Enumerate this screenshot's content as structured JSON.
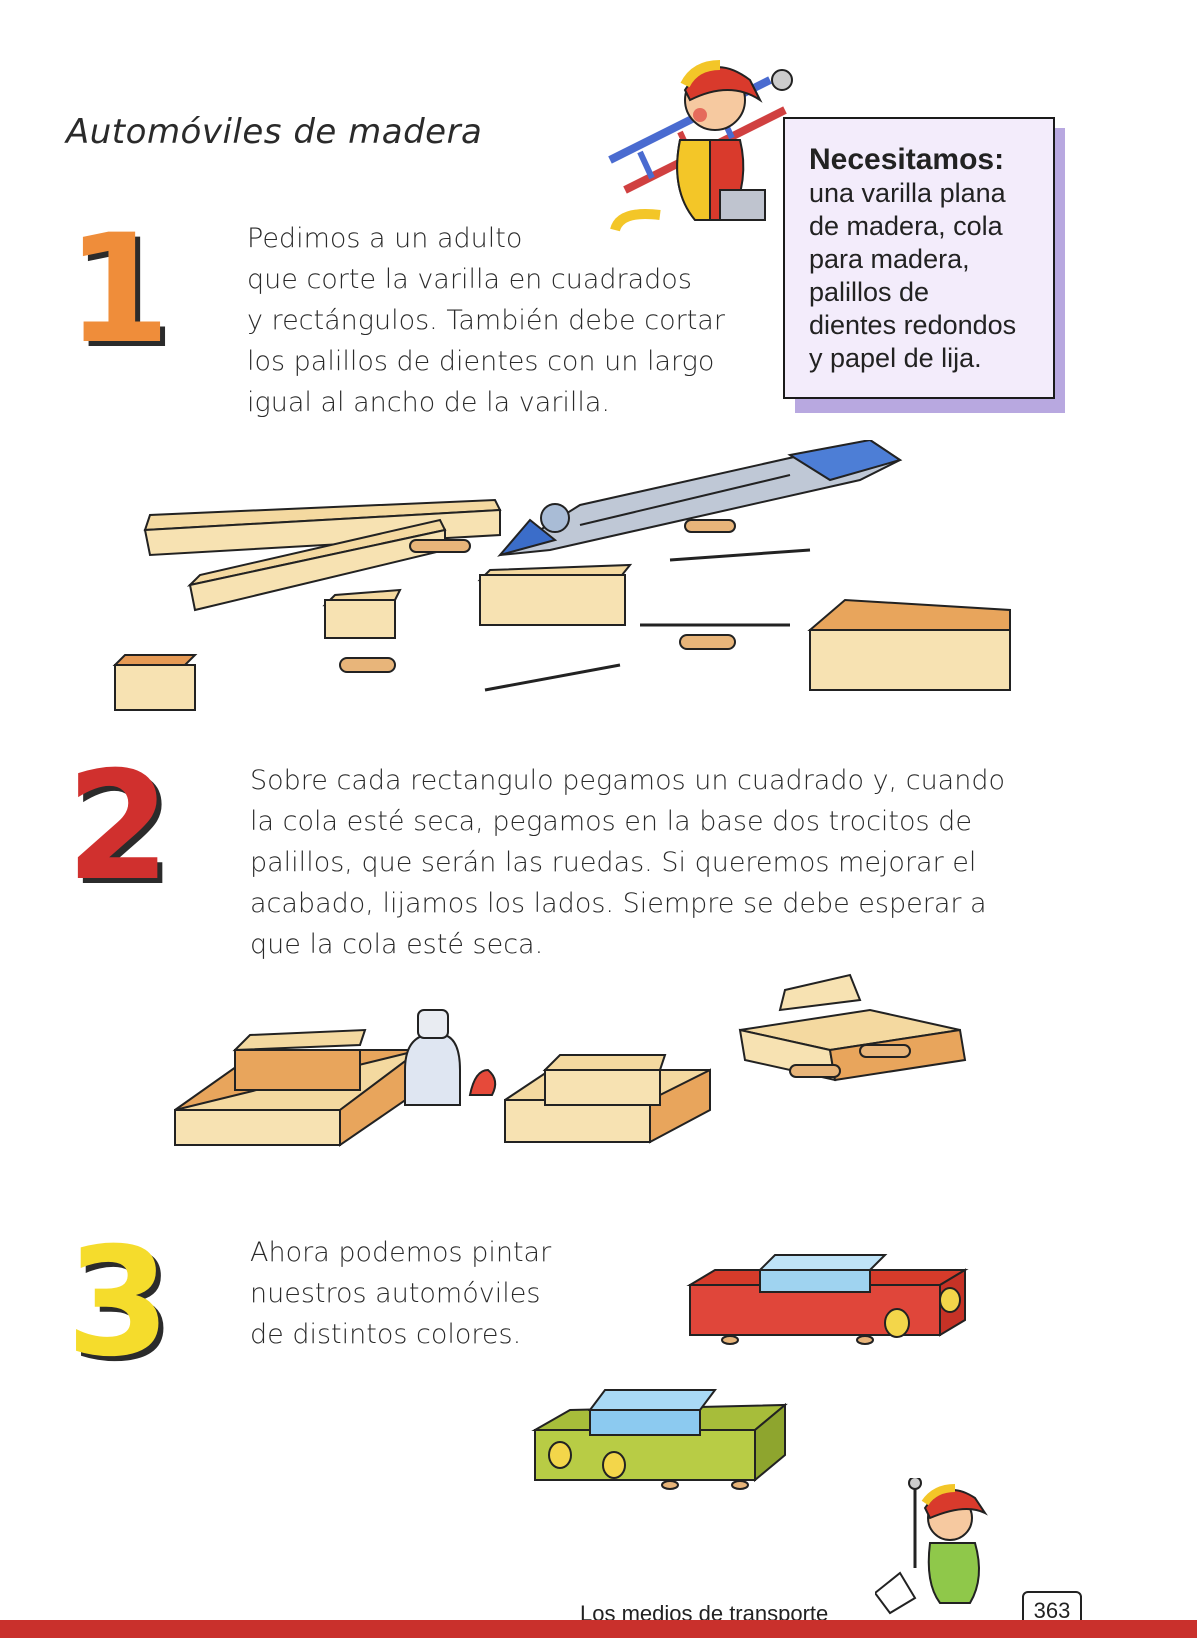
{
  "title": "Automóviles de madera",
  "needs": {
    "heading": "Necesitamos:",
    "body": "una varilla plana\nde madera, cola\npara madera,\npalillos de\ndientes redondos\ny papel de lija."
  },
  "steps": [
    {
      "number": "1",
      "text": "Pedimos a un adulto\nque corte la varilla en cuadrados\ny rectángulos. También debe cortar\nlos palillos de dientes con un largo\nigual al ancho de la varilla."
    },
    {
      "number": "2",
      "text": "Sobre cada rectangulo pegamos un cuadrado y, cuando\nla cola esté seca, pegamos en la base dos trocitos de\npalillos, que serán las ruedas. Si queremos mejorar el\nacabado, lijamos los lados. Siempre se debe esperar a\nque la cola esté seca."
    },
    {
      "number": "3",
      "text": "Ahora podemos pintar\nnuestros automóviles\nde distintos colores."
    }
  ],
  "footer": {
    "section": "Los medios de transporte",
    "page": "363"
  },
  "colors": {
    "step1": "#ef8d3a",
    "step2": "#d0302e",
    "step3": "#f5dc2c",
    "wood": "#f4d9a0",
    "bar": "#c9302c"
  }
}
